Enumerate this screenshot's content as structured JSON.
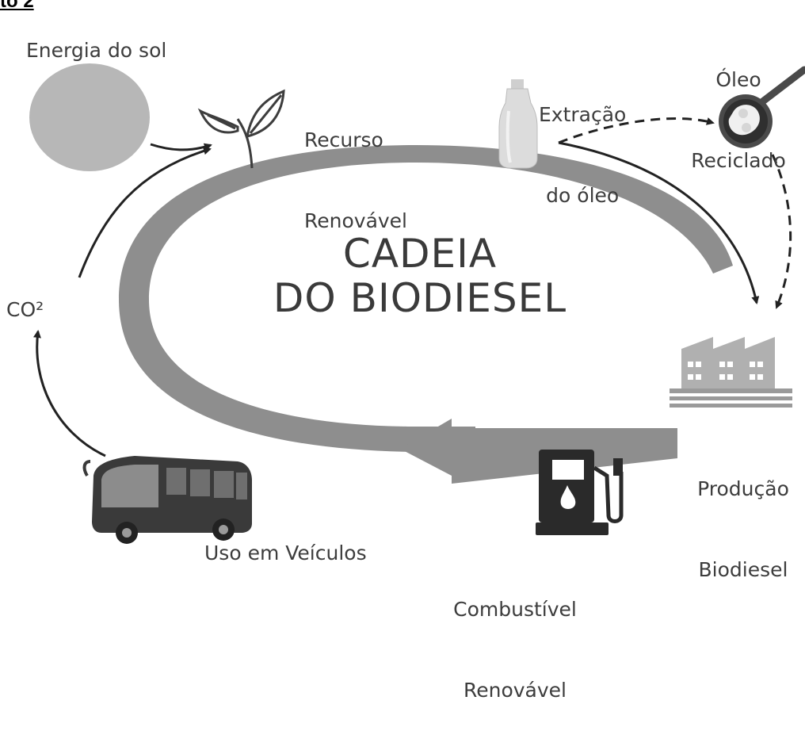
{
  "heading": "to 2",
  "title": {
    "line1": "CADEIA",
    "line2": "DO BIODIESEL"
  },
  "nodes": {
    "sun": "Energia do sol",
    "resource": {
      "line1": "Recurso",
      "line2": "Renovável"
    },
    "extraction": {
      "line1": "Extração",
      "line2": "do óleo"
    },
    "recycled": {
      "line1": "Óleo",
      "line2": "Reciclado"
    },
    "co2": "CO²",
    "production": {
      "line1": "Produção",
      "line2": "Biodiesel"
    },
    "vehicles": "Uso em Veículos",
    "fuel": {
      "line1": "Combustível",
      "line2": "Renovável"
    }
  },
  "colors": {
    "cycle": "#8a8a8a",
    "sun": "#b5b5b5",
    "arrow": "#222222",
    "text": "#3d3d3d"
  },
  "icons": [
    "sun-icon",
    "sprout-icon",
    "oil-bottle-icon",
    "frying-pan-icon",
    "factory-icon",
    "fuel-pump-icon",
    "bus-icon"
  ]
}
